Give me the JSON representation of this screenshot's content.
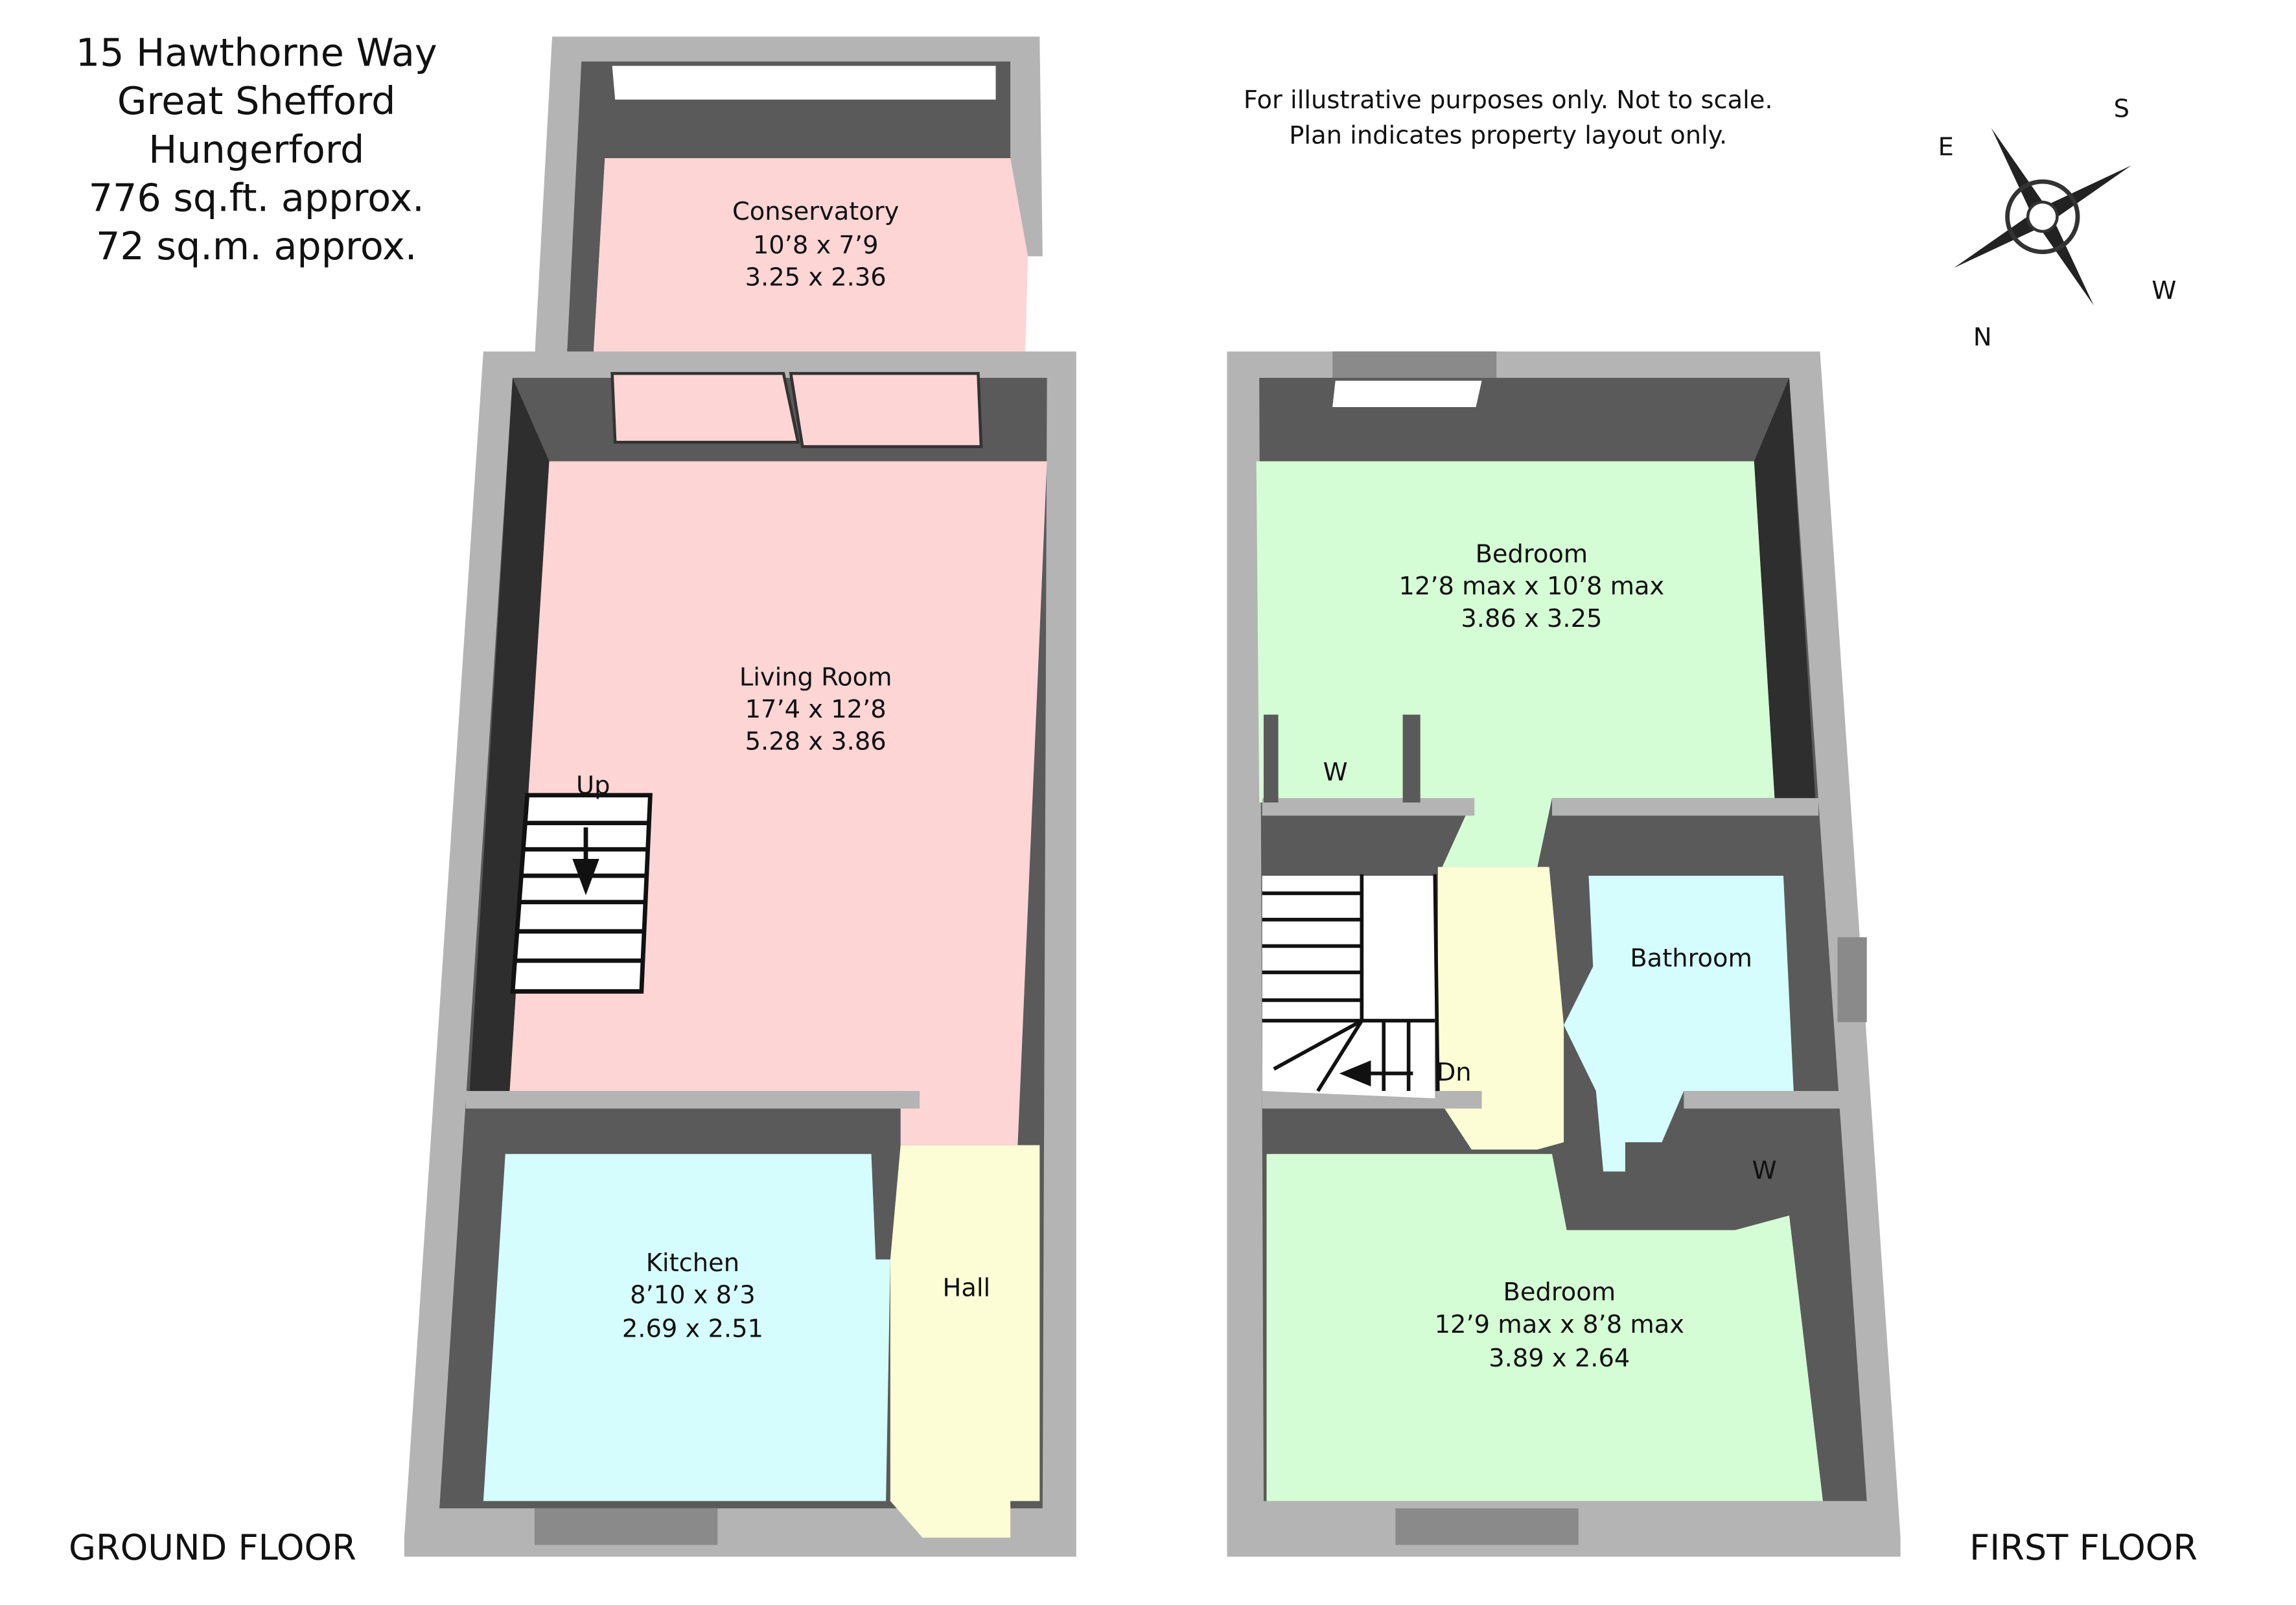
{
  "header": {
    "address_line1": "15 Hawthorne Way",
    "address_line2": "Great Shefford",
    "address_line3": "Hungerford",
    "area_sqft": "776 sq.ft. approx.",
    "area_sqm": "72 sq.m. approx."
  },
  "disclaimer": {
    "line1": "For illustrative purposes only. Not to scale.",
    "line2": "Plan indicates property layout only."
  },
  "compass": {
    "s": "S",
    "e": "E",
    "w": "W",
    "n": "N"
  },
  "ground_floor": {
    "label": "GROUND FLOOR",
    "rooms": [
      {
        "name": "Conservatory",
        "imperial": "10’8 x 7’9",
        "metric": "3.25 x 2.36",
        "color": "#fdd5d5"
      },
      {
        "name": "Living Room",
        "imperial": "17’4 x 12’8",
        "metric": "5.28 x 3.86",
        "color": "#fdd5d5"
      },
      {
        "name": "Kitchen",
        "imperial": "8’10 x 8’3",
        "metric": "2.69 x 2.51",
        "color": "#d5fdfd"
      },
      {
        "name": "Hall",
        "color": "#fdfdd5"
      }
    ],
    "stairs_label": "Up"
  },
  "first_floor": {
    "label": "FIRST FLOOR",
    "rooms": [
      {
        "name": "Bedroom",
        "imperial": "12’8 max x 10’8 max",
        "metric": "3.86 x 3.25",
        "color": "#d5fdd5"
      },
      {
        "name": "Bathroom",
        "color": "#d5fdfd"
      },
      {
        "name": "Bedroom",
        "imperial": "12’9 max x 8’8 max",
        "metric": "3.89 x 2.64",
        "color": "#d5fdd5"
      }
    ],
    "wardrobe_label": "W",
    "stairs_label": "Dn"
  }
}
